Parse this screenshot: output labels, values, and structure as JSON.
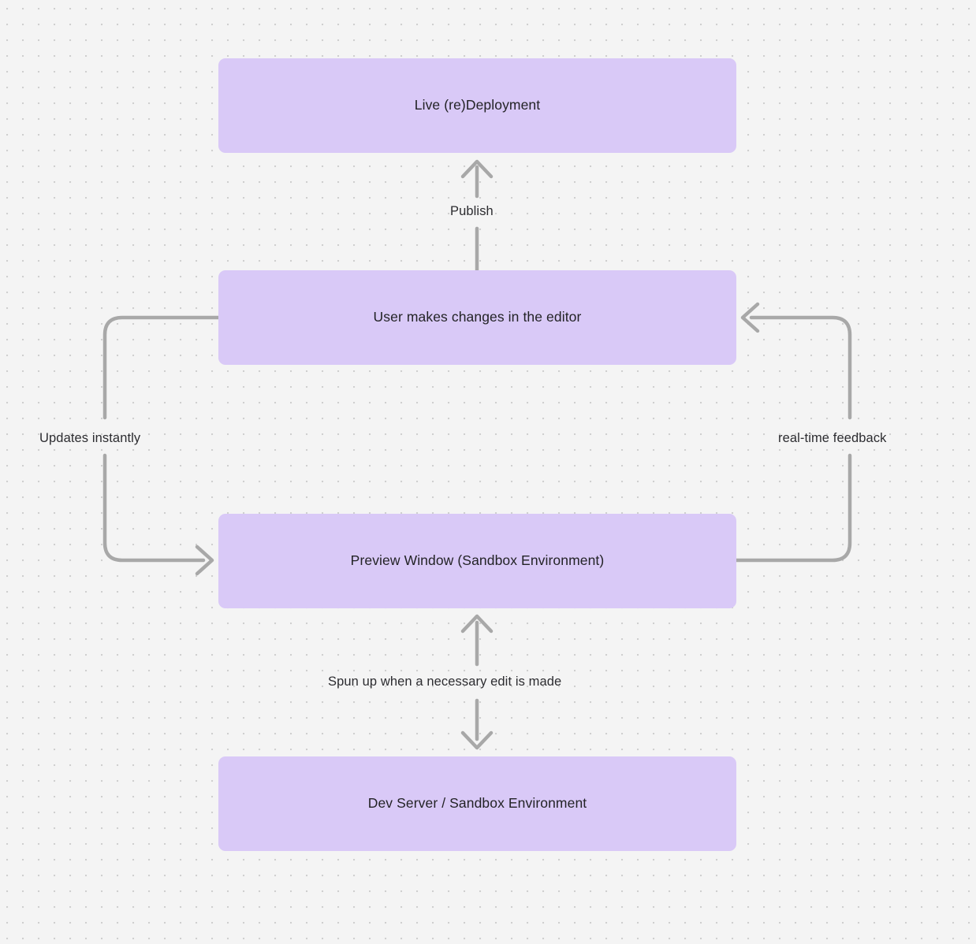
{
  "diagram": {
    "type": "flowchart",
    "background_color": "#f4f4f4",
    "dot_grid_color": "#cfcfcf",
    "node_fill_color": "#d9c9f7",
    "node_text_color": "#232326",
    "edge_color": "#a8a8a8",
    "nodes": [
      {
        "id": "live",
        "label": "Live (re)Deployment"
      },
      {
        "id": "editor",
        "label": "User makes changes in the editor"
      },
      {
        "id": "preview",
        "label": "Preview Window (Sandbox Environment)"
      },
      {
        "id": "dev",
        "label": "Dev Server / Sandbox Environment"
      }
    ],
    "edges": [
      {
        "id": "publish",
        "label": "Publish",
        "from": "editor",
        "to": "live",
        "direction": "up"
      },
      {
        "id": "updates",
        "label": "Updates instantly",
        "from": "editor",
        "to": "preview",
        "direction": "down-left"
      },
      {
        "id": "realtime",
        "label": "real-time feedback",
        "from": "preview",
        "to": "editor",
        "direction": "up-right"
      },
      {
        "id": "spun",
        "label": "Spun up when a necessary edit is made",
        "from": "preview",
        "to": "dev",
        "direction": "bidirectional"
      }
    ]
  }
}
